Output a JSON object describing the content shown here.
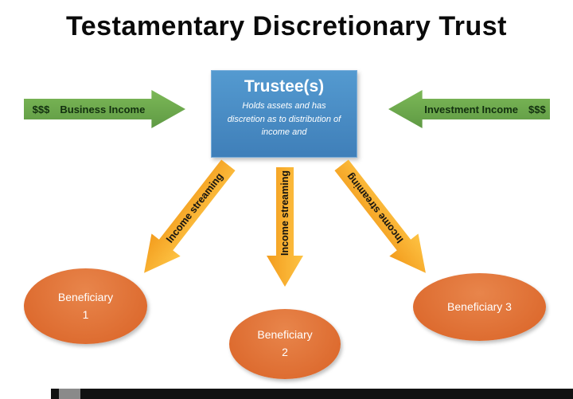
{
  "title": "Testamentary Discretionary Trust",
  "trustee": {
    "title": "Trustee(s)",
    "description": "Holds assets and has discretion as to distribution of income and"
  },
  "income_sources": {
    "business": {
      "dollars": "$$$",
      "label": "Business Income"
    },
    "investment": {
      "label": "Investment Income",
      "dollars": "$$$"
    }
  },
  "streaming_arrows": [
    {
      "label": "Income streaming"
    },
    {
      "label": "Income streaming"
    },
    {
      "label": "Income streaming"
    }
  ],
  "beneficiaries": [
    {
      "line1": "Beneficiary",
      "line2": "1"
    },
    {
      "line1": "Beneficiary",
      "line2": "2"
    },
    {
      "line1": "Beneficiary 3",
      "line2": ""
    }
  ],
  "colors": {
    "trustee_blue": "#4189c7",
    "income_green": "#6aa84f",
    "streaming_yellow": "#f9ad28",
    "beneficiary_orange": "#dd6b2f",
    "title_black": "#0a0a0a"
  }
}
